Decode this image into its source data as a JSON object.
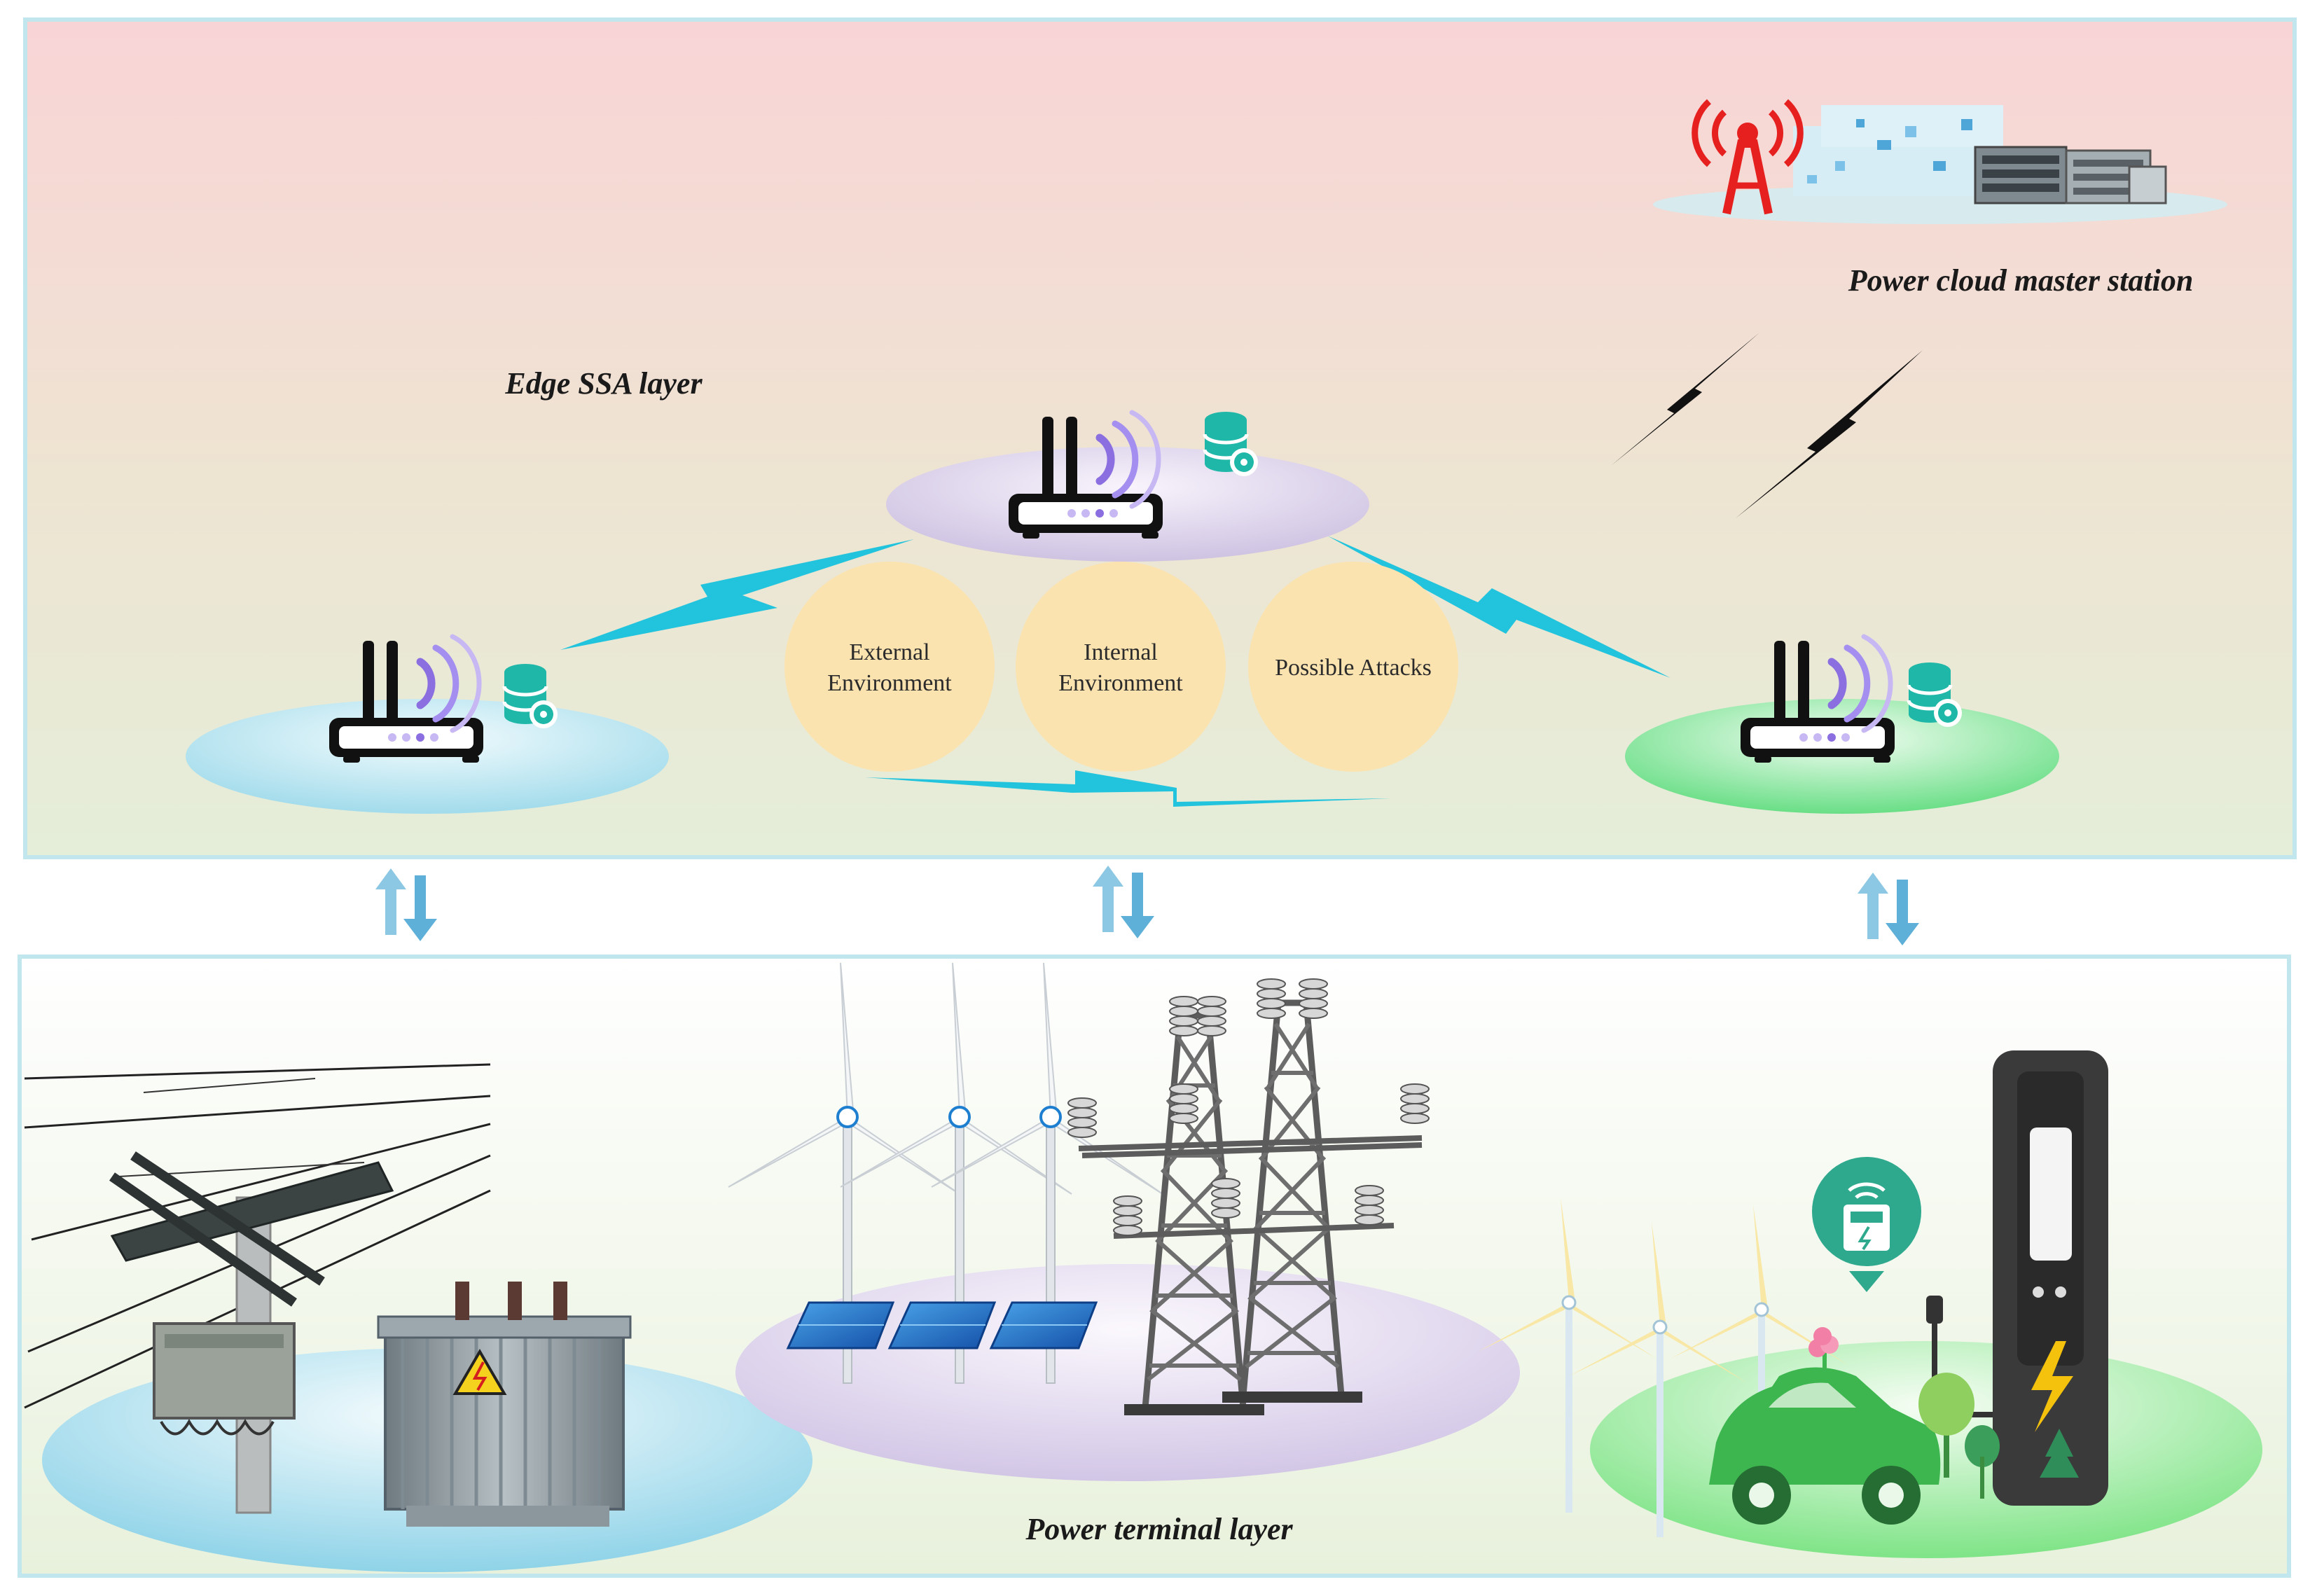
{
  "labels": {
    "cloud_station": "Power cloud master station",
    "edge_layer": "Edge SSA layer",
    "terminal_layer": "Power terminal layer"
  },
  "circles": [
    {
      "line1": "External",
      "line2": "Environment"
    },
    {
      "line1": "Internal",
      "line2": "Environment"
    },
    {
      "line1": "Possible Attacks",
      "line2": ""
    }
  ],
  "icons": [
    "cell-tower-icon",
    "data-cloud-icon",
    "server-rack-icon",
    "router-icon",
    "database-gear-icon",
    "lightning-link-icon",
    "bidirectional-arrow-icon",
    "utility-pole-icon",
    "transformer-icon",
    "wind-turbine-icon",
    "solar-panel-icon",
    "transmission-tower-icon",
    "charging-station-icon",
    "electric-car-icon",
    "ev-meter-icon"
  ],
  "colors": {
    "edge_bg_top": "#f8d9d9",
    "edge_bg_bottom": "#e6efdc",
    "panel_border": "#bfe6ee",
    "circle_fill": "#fbe6b0",
    "lightning": "#22c3dc",
    "router_wave": "#8b6fe0",
    "db_icon": "#1fb8a8",
    "tower_red": "#e5201f",
    "arrow_blue": "#6ab7dc",
    "ellipse_blue": "#bfe8f2",
    "ellipse_lilac": "#ddd4ec",
    "ellipse_green": "#8ee5a2"
  }
}
